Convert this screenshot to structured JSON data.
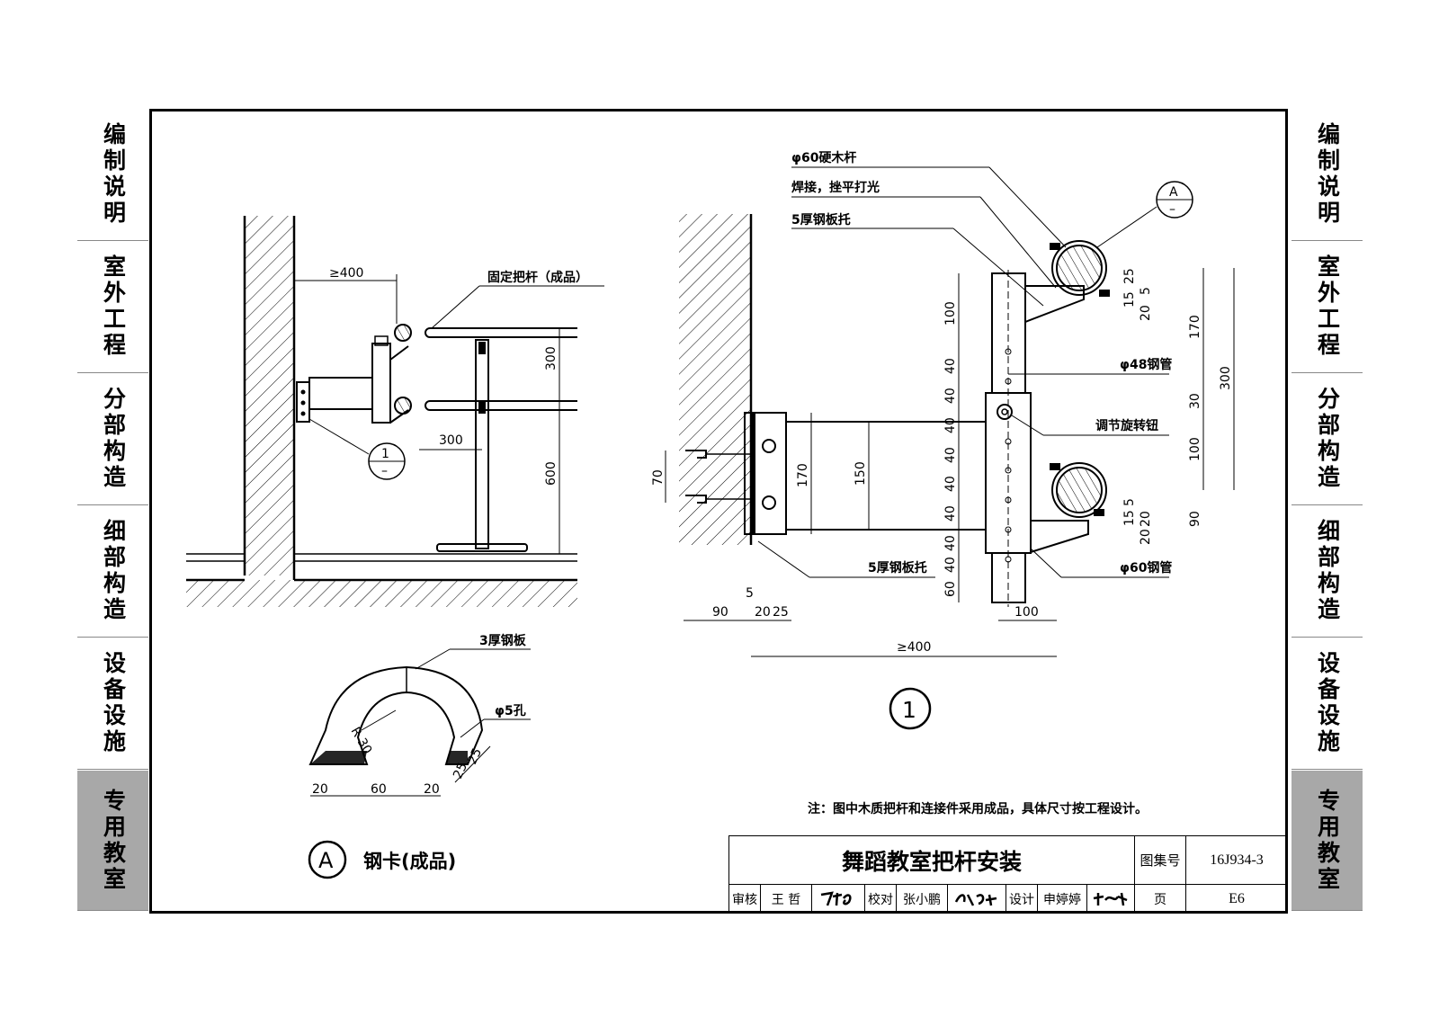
{
  "side_tabs": {
    "items": [
      {
        "label": "编制说明"
      },
      {
        "label": "室外工程"
      },
      {
        "label": "分部构造"
      },
      {
        "label": "细部构造"
      },
      {
        "label": "设备设施"
      },
      {
        "label": "专用教室",
        "active": true
      }
    ]
  },
  "left_detail": {
    "dim_min_400": "≥400",
    "label_handrail": "固定把杆（成品）",
    "dim_300_vertical": "300",
    "dim_600_vertical": "600",
    "dim_300_horizontal": "300",
    "callout_number": "1",
    "callout_sub": "–"
  },
  "steel_clip_detail": {
    "label_plate": "3厚钢板",
    "label_hole": "φ5孔",
    "radius": "R 30",
    "dim_a": "20",
    "dim_b": "60",
    "dim_c": "20",
    "dim_d": "25",
    "dim_e": "25",
    "caption_symbol": "A",
    "caption": "钢卡(成品)"
  },
  "section_detail": {
    "label_wood_bar": "φ60硬木杆",
    "label_weld": "焊接，挫平打光",
    "label_plate_top": "5厚钢板托",
    "callout_symbol": "A",
    "callout_sub": "–",
    "label_steel_48": "φ48钢管",
    "label_knob": "调节旋转钮",
    "label_plate_bottom": "5厚钢板托",
    "label_steel_60": "φ60钢管",
    "left_dims": [
      "100",
      "40",
      "40",
      "40",
      "40",
      "40",
      "40",
      "40",
      "40",
      "60"
    ],
    "dim_70": "70",
    "dim_170_left": "170",
    "dim_150": "150",
    "bottom_dims": [
      "90",
      "20",
      "25",
      "5"
    ],
    "dim_100_bottom": "100",
    "dim_min_400": "≥400",
    "right_small_top": [
      "15",
      "25",
      "20",
      "5"
    ],
    "right_small_bottom": [
      "15",
      "5",
      "20",
      "20"
    ],
    "right_dims": [
      "170",
      "30",
      "100",
      "90"
    ],
    "right_total": "300",
    "figure_number": "1"
  },
  "note": "注：图中木质把杆和连接件采用成品，具体尺寸按工程设计。",
  "title_block": {
    "title": "舞蹈教室把杆安装",
    "atlas_label": "图集号",
    "atlas_no": "16J934-3",
    "review_label": "审核",
    "reviewer": "王 哲",
    "proof_label": "校对",
    "proofer": "张小鹏",
    "design_label": "设计",
    "designer": "申婷婷",
    "page_label": "页",
    "page_no": "E6"
  }
}
